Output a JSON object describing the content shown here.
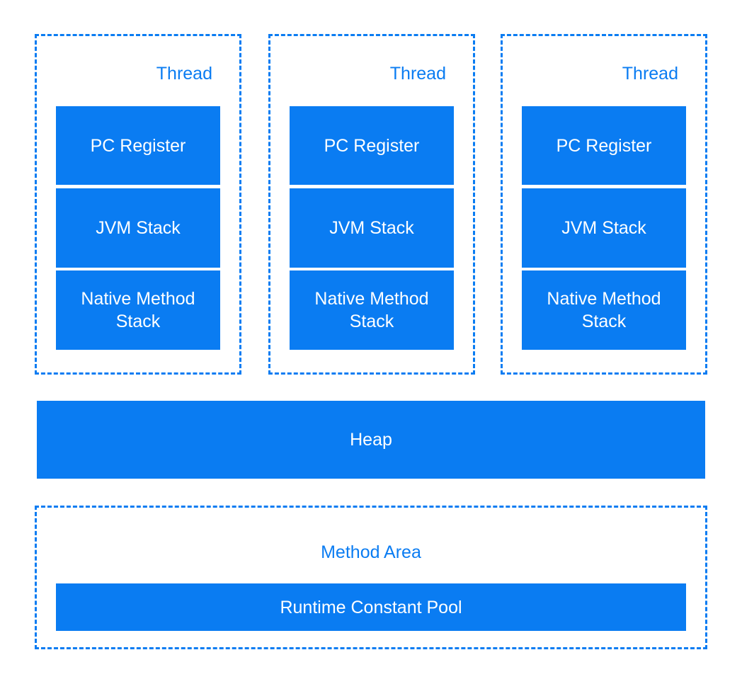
{
  "threads": [
    {
      "label": "Thread",
      "pc_register": "PC Register",
      "jvm_stack": "JVM Stack",
      "native_method_stack": "Native Method Stack"
    },
    {
      "label": "Thread",
      "pc_register": "PC Register",
      "jvm_stack": "JVM Stack",
      "native_method_stack": "Native Method Stack"
    },
    {
      "label": "Thread",
      "pc_register": "PC Register",
      "jvm_stack": "JVM Stack",
      "native_method_stack": "Native Method Stack"
    }
  ],
  "heap": {
    "label": "Heap"
  },
  "method_area": {
    "label": "Method Area",
    "runtime_constant_pool": "Runtime Constant Pool"
  },
  "colors": {
    "accent": "#0a7cf2",
    "block_text": "#ffffff",
    "background": "#ffffff"
  }
}
